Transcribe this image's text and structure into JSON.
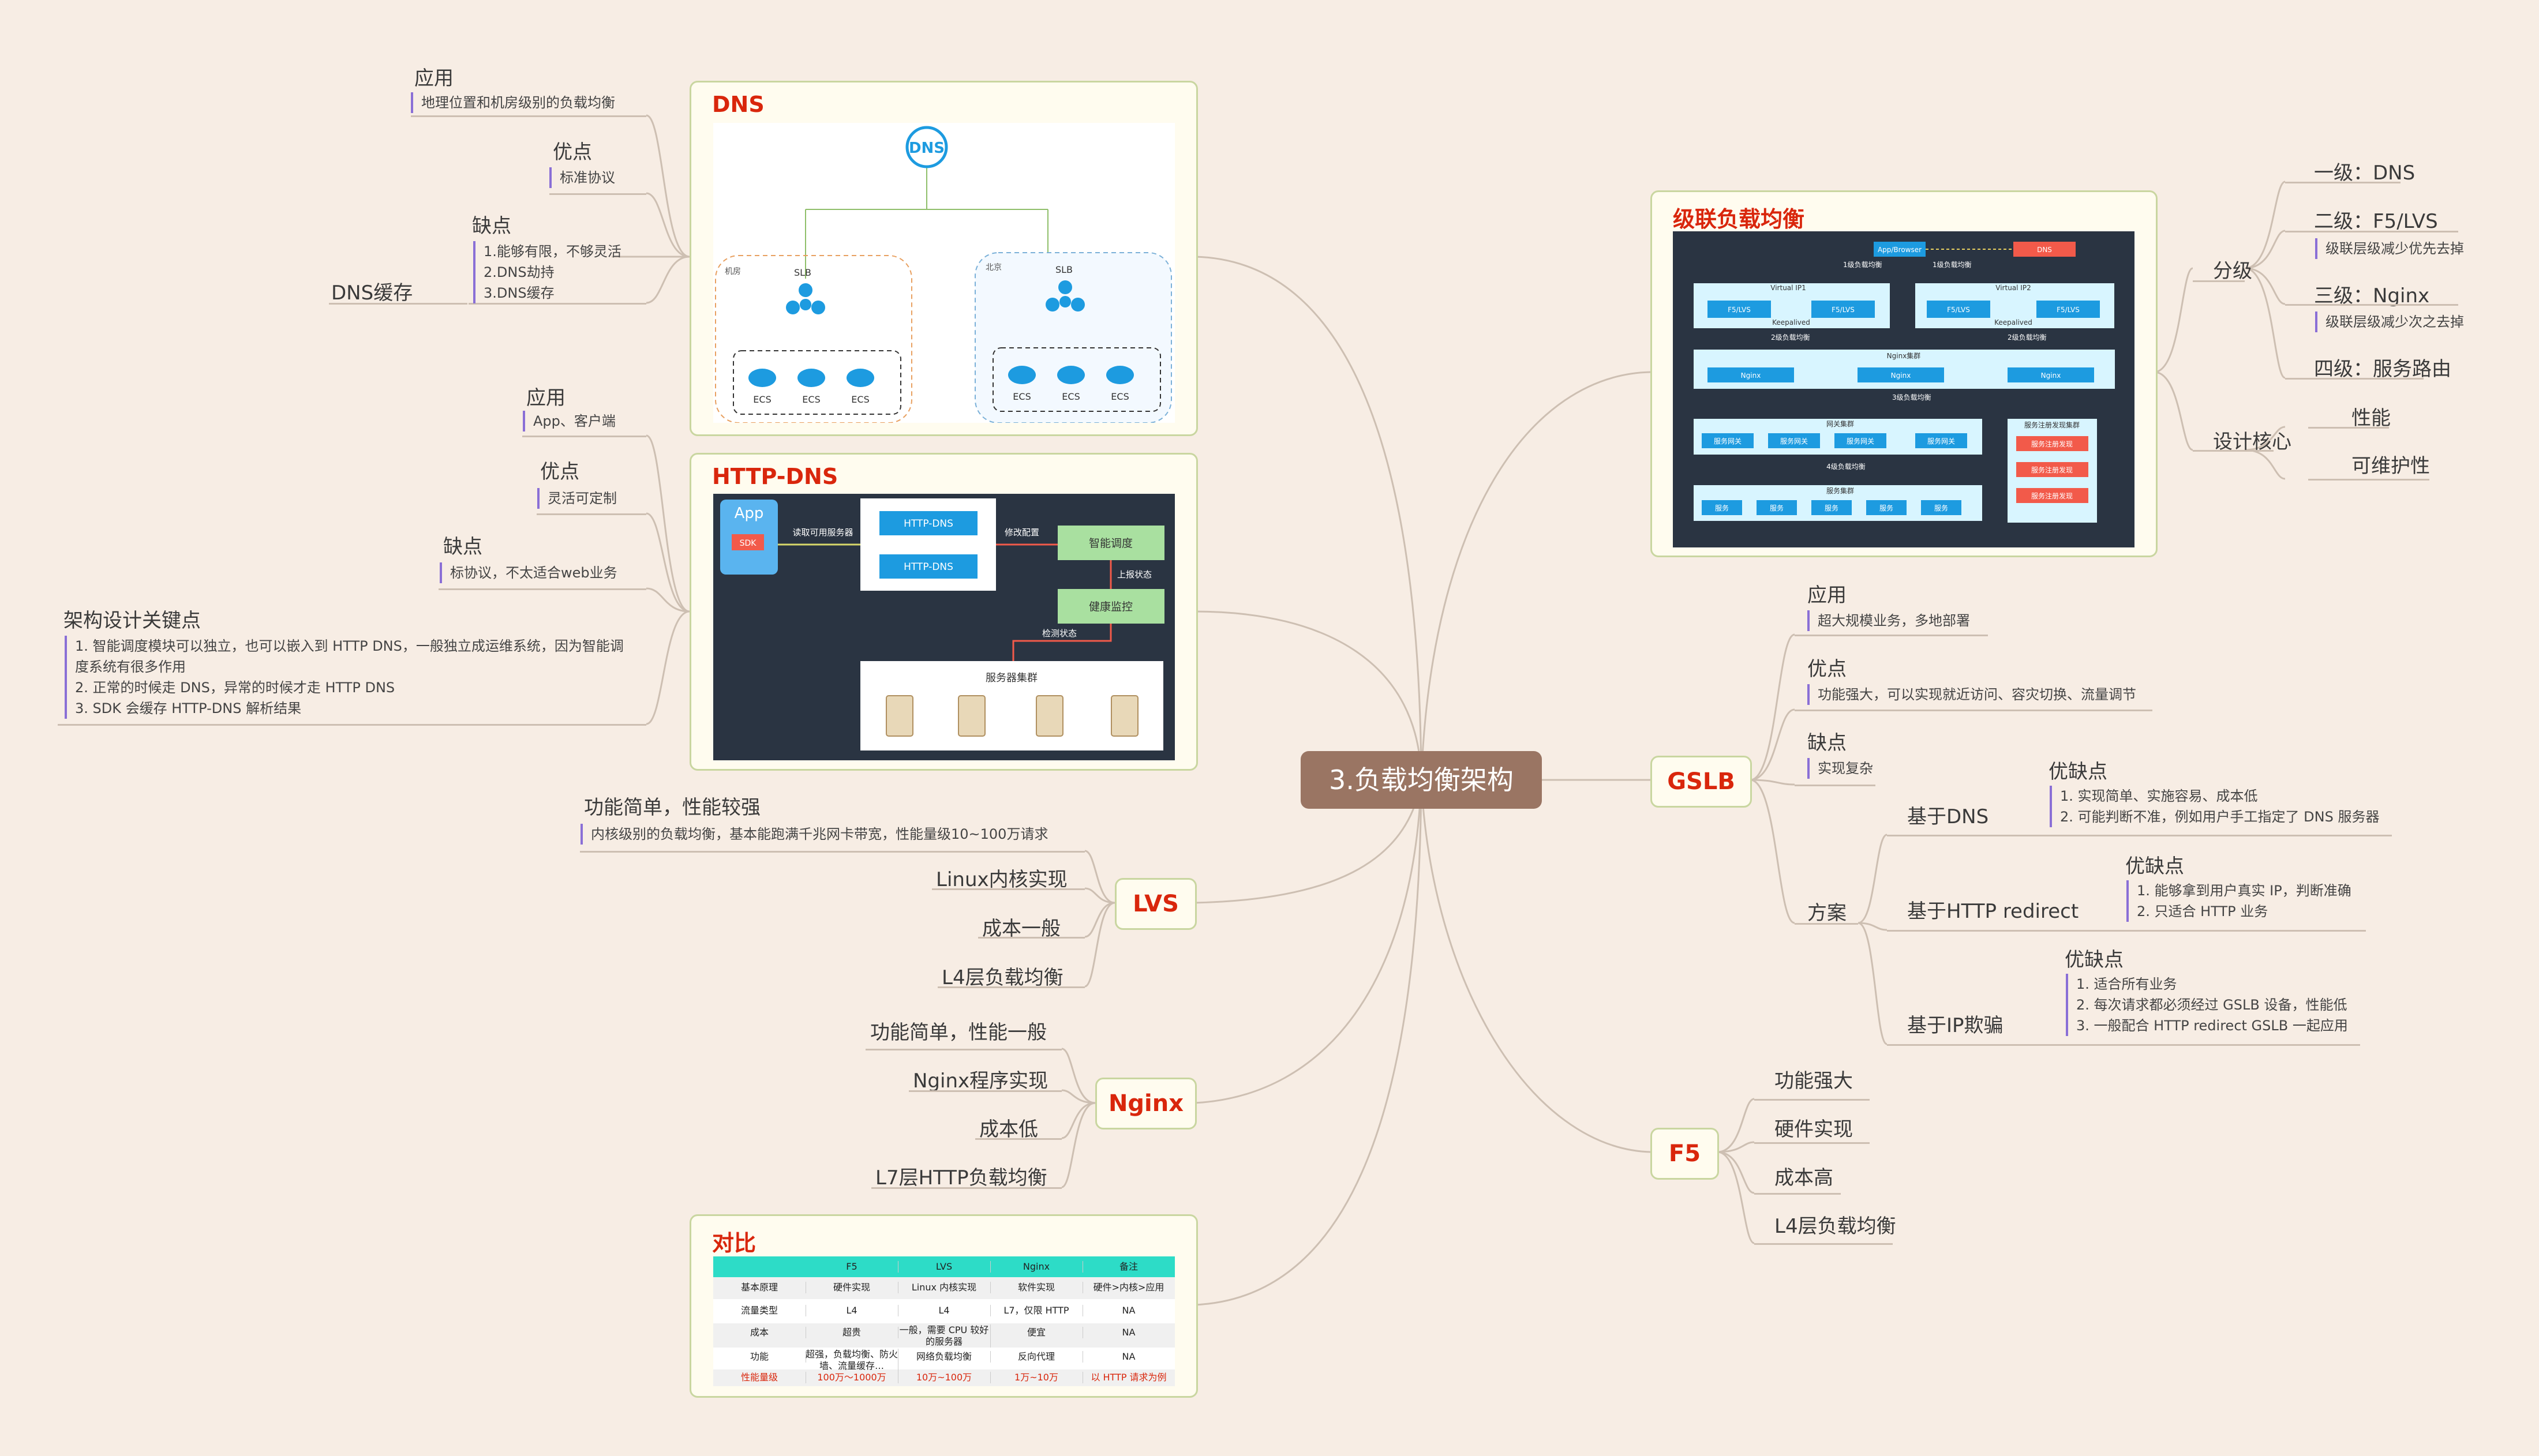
{
  "root": "3.负载均衡架构",
  "colors": {
    "accent": "#d9260c",
    "center": "#9a7563",
    "link": "#cdbfb2",
    "box_border": "#c9d6a0"
  },
  "dns": {
    "title": "DNS",
    "app_title": "应用",
    "app_note": "地理位置和机房级别的负载均衡",
    "pro_title": "优点",
    "pro_note": "标准协议",
    "con_title": "缺点",
    "con_notes": [
      "1.能够有限，不够灵活",
      "2.DNS劫持",
      "3.DNS缓存"
    ],
    "cache": "DNS缓存",
    "diagram": {
      "logo": "DNS",
      "left_zone": "机房",
      "right_zone": "北京",
      "slb": "SLB",
      "ecs": "ECS"
    }
  },
  "httpdns": {
    "title": "HTTP-DNS",
    "app_title": "应用",
    "app_note": "App、客户端",
    "pro_title": "优点",
    "pro_note": "灵活可定制",
    "con_title": "缺点",
    "con_note": "标协议，不太适合web业务",
    "key_title": "架构设计关键点",
    "key_notes": [
      "1. 智能调度模块可以独立，也可以嵌入到 HTTP DNS，一般独立成运维系统，因为智能调",
      "度系统有很多作用",
      "2. 正常的时候走 DNS，异常的时候才走 HTTP DNS",
      "3. SDK 会缓存 HTTP-DNS 解析结果"
    ],
    "diagram": {
      "app": "App",
      "sdk": "SDK",
      "read": "读取可用服务器",
      "hd": "HTTP-DNS",
      "modify": "修改配置",
      "smart": "智能调度",
      "report": "上报状态",
      "health": "健康监控",
      "check": "检测状态",
      "cluster": "服务器集群"
    }
  },
  "lvs": {
    "label": "LVS",
    "c1": "功能简单，性能较强",
    "c1_note": "内核级别的负载均衡，基本能跑满千兆网卡带宽，性能量级10~100万请求",
    "c2": "Linux内核实现",
    "c3": "成本一般",
    "c4": "L4层负载均衡"
  },
  "nginx": {
    "label": "Nginx",
    "c1": "功能简单，性能一般",
    "c2": "Nginx程序实现",
    "c3": "成本低",
    "c4": "L7层HTTP负载均衡"
  },
  "compare": {
    "title": "对比",
    "header": [
      "",
      "F5",
      "LVS",
      "Nginx",
      "备注"
    ],
    "rows": [
      [
        "基本原理",
        "硬件实现",
        "Linux 内核实现",
        "软件实现",
        "硬件>内核>应用"
      ],
      [
        "流量类型",
        "L4",
        "L4",
        "L7，仅限 HTTP",
        "NA"
      ],
      [
        "成本",
        "超贵",
        "一般，需要 CPU 较好的服务器",
        "便宜",
        "NA"
      ],
      [
        "功能",
        "超强，负载均衡、防火墙、流量缓存…",
        "网络负载均衡",
        "反向代理",
        "NA"
      ],
      [
        "性能量级",
        "100万～1000万",
        "10万~100万",
        "1万~10万",
        "以 HTTP 请求为例"
      ]
    ]
  },
  "cascade": {
    "title": "级联负载均衡",
    "level_title": "分级",
    "l1": "一级：DNS",
    "l2": "二级：F5/LVS",
    "l2_note": "级联层级减少优先去掉",
    "l3": "三级：Nginx",
    "l3_note": "级联层级减少次之去掉",
    "l4": "四级：服务路由",
    "core_title": "设计核心",
    "core1": "性能",
    "core2": "可维护性",
    "diagram": {
      "app": "App/Browser",
      "dns": "DNS",
      "lb1": "1级负载均衡",
      "vip1": "Virtual IP1",
      "vip2": "Virtual IP2",
      "f5": "F5/LVS",
      "keep": "Keepalived",
      "lb2": "2级负载均衡",
      "nginxc": "Nginx集群",
      "nginx": "Nginx",
      "lb3": "3级负载均衡",
      "gateway": "网关集群",
      "gw": "服务网关",
      "reg": "服务注册发现集群",
      "regi": "服务注册发现",
      "lb4": "4级负载均衡",
      "svcc": "服务集群",
      "svc": "服务"
    }
  },
  "gslb": {
    "label": "GSLB",
    "app_title": "应用",
    "app_note": "超大规模业务，多地部署",
    "pro_title": "优点",
    "pro_note": "功能强大，可以实现就近访问、容灾切换、流量调节",
    "con_title": "缺点",
    "con_note": "实现复杂",
    "plan": "方案",
    "p1": "基于DNS",
    "p1_title": "优缺点",
    "p1_notes": [
      "1. 实现简单、实施容易、成本低",
      "2. 可能判断不准，例如用户手工指定了 DNS 服务器"
    ],
    "p2": "基于HTTP redirect",
    "p2_title": "优缺点",
    "p2_notes": [
      "1. 能够拿到用户真实 IP，判断准确",
      "2. 只适合 HTTP 业务"
    ],
    "p3": "基于IP欺骗",
    "p3_title": "优缺点",
    "p3_notes": [
      "1. 适合所有业务",
      "2. 每次请求都必须经过 GSLB 设备，性能低",
      "3. 一般配合 HTTP redirect GSLB 一起应用"
    ]
  },
  "f5": {
    "label": "F5",
    "c1": "功能强大",
    "c2": "硬件实现",
    "c3": "成本高",
    "c4": "L4层负载均衡"
  }
}
